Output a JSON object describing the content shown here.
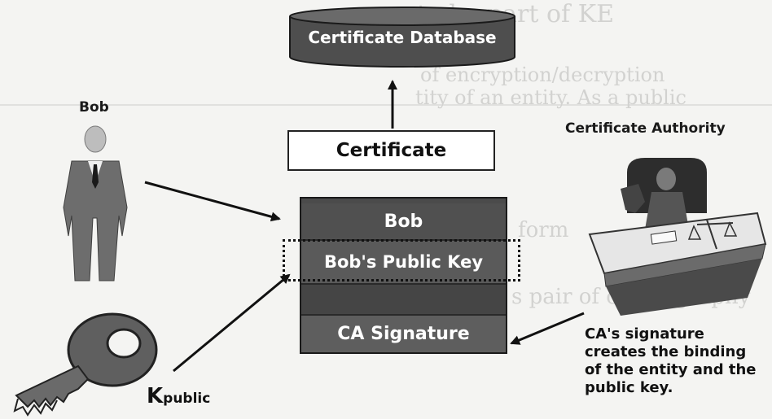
{
  "diagram": {
    "database_label": "Certificate Database",
    "certificate_label": "Certificate",
    "bob_label": "Bob",
    "ca_label": "Certificate Authority",
    "certificate_fields": {
      "subject": "Bob",
      "public_key": "Bob's Public Key",
      "signature": "CA Signature"
    },
    "ca_caption_lines": [
      "CA's signature",
      "creates the binding",
      "of the entity and the",
      "public key."
    ],
    "key_label": {
      "main": "K",
      "subscript": "public"
    }
  },
  "background_text": {
    "line1": "ted a part of KE",
    "line2": "of encryption/decryption",
    "line3": "tity of an entity. As a public",
    "line4": "form",
    "line5": "s pair of cryptography"
  },
  "colors": {
    "block_dark": "#4b4b4b",
    "text_light": "#ffffff",
    "figure_gray": "#6d6d6d"
  }
}
